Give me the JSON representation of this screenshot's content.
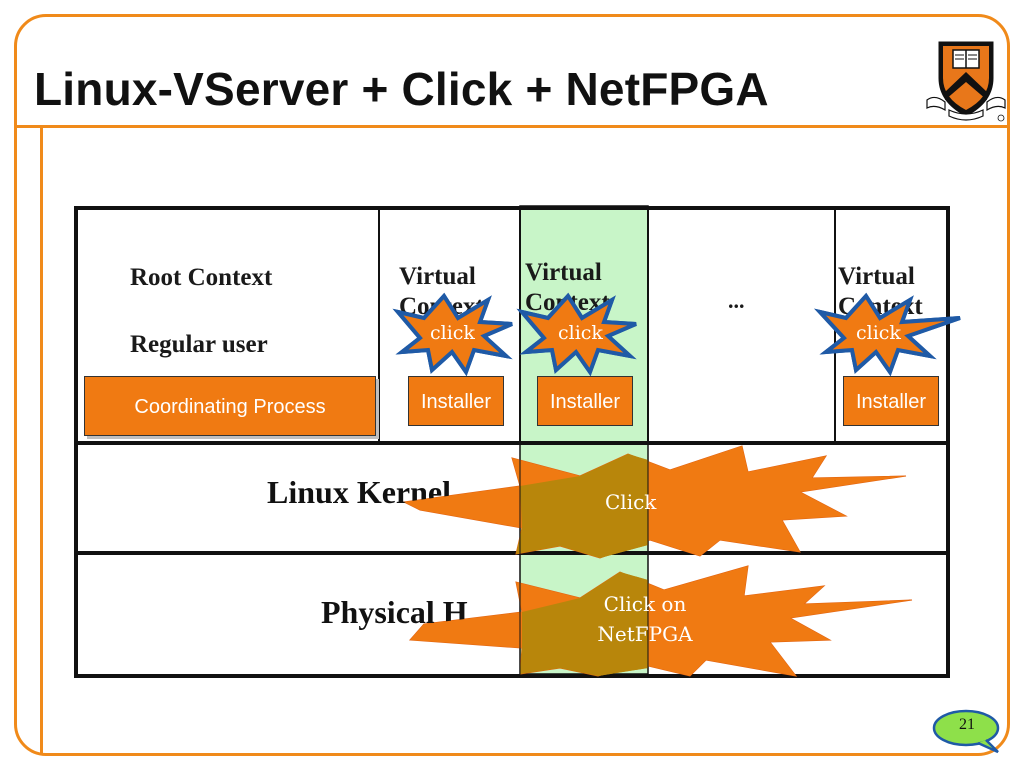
{
  "slide": {
    "title": "Linux-VServer + Click + NetFPGA",
    "page_number": "21",
    "accent_color": "#f08a1a"
  },
  "diagram": {
    "root_context": "Root Context",
    "regular_user": "Regular user",
    "virtual_context_1": "Virtual\nContext",
    "virtual_context_2": "Virtual\nContext",
    "virtual_context_3": "Virtual\nContext",
    "ellipsis": "...",
    "coordinating_process": "Coordinating Process",
    "installer_1": "Installer",
    "installer_2": "Installer",
    "installer_3": "Installer",
    "click_1": "click",
    "click_2": "click",
    "click_3": "click",
    "linux_kernel": "Linux Kernel",
    "physical_hw": "Physical H",
    "kernel_click": "Click",
    "netfpga_click_line1": "Click on",
    "netfpga_click_line2": "NetFPGA",
    "highlight_color": "#c8f5c8",
    "box_color": "#f07a12",
    "burst_color": "#f07a12",
    "burst_overlay_color": "#b8860b",
    "burst_outline_color": "#1f5aa6"
  }
}
